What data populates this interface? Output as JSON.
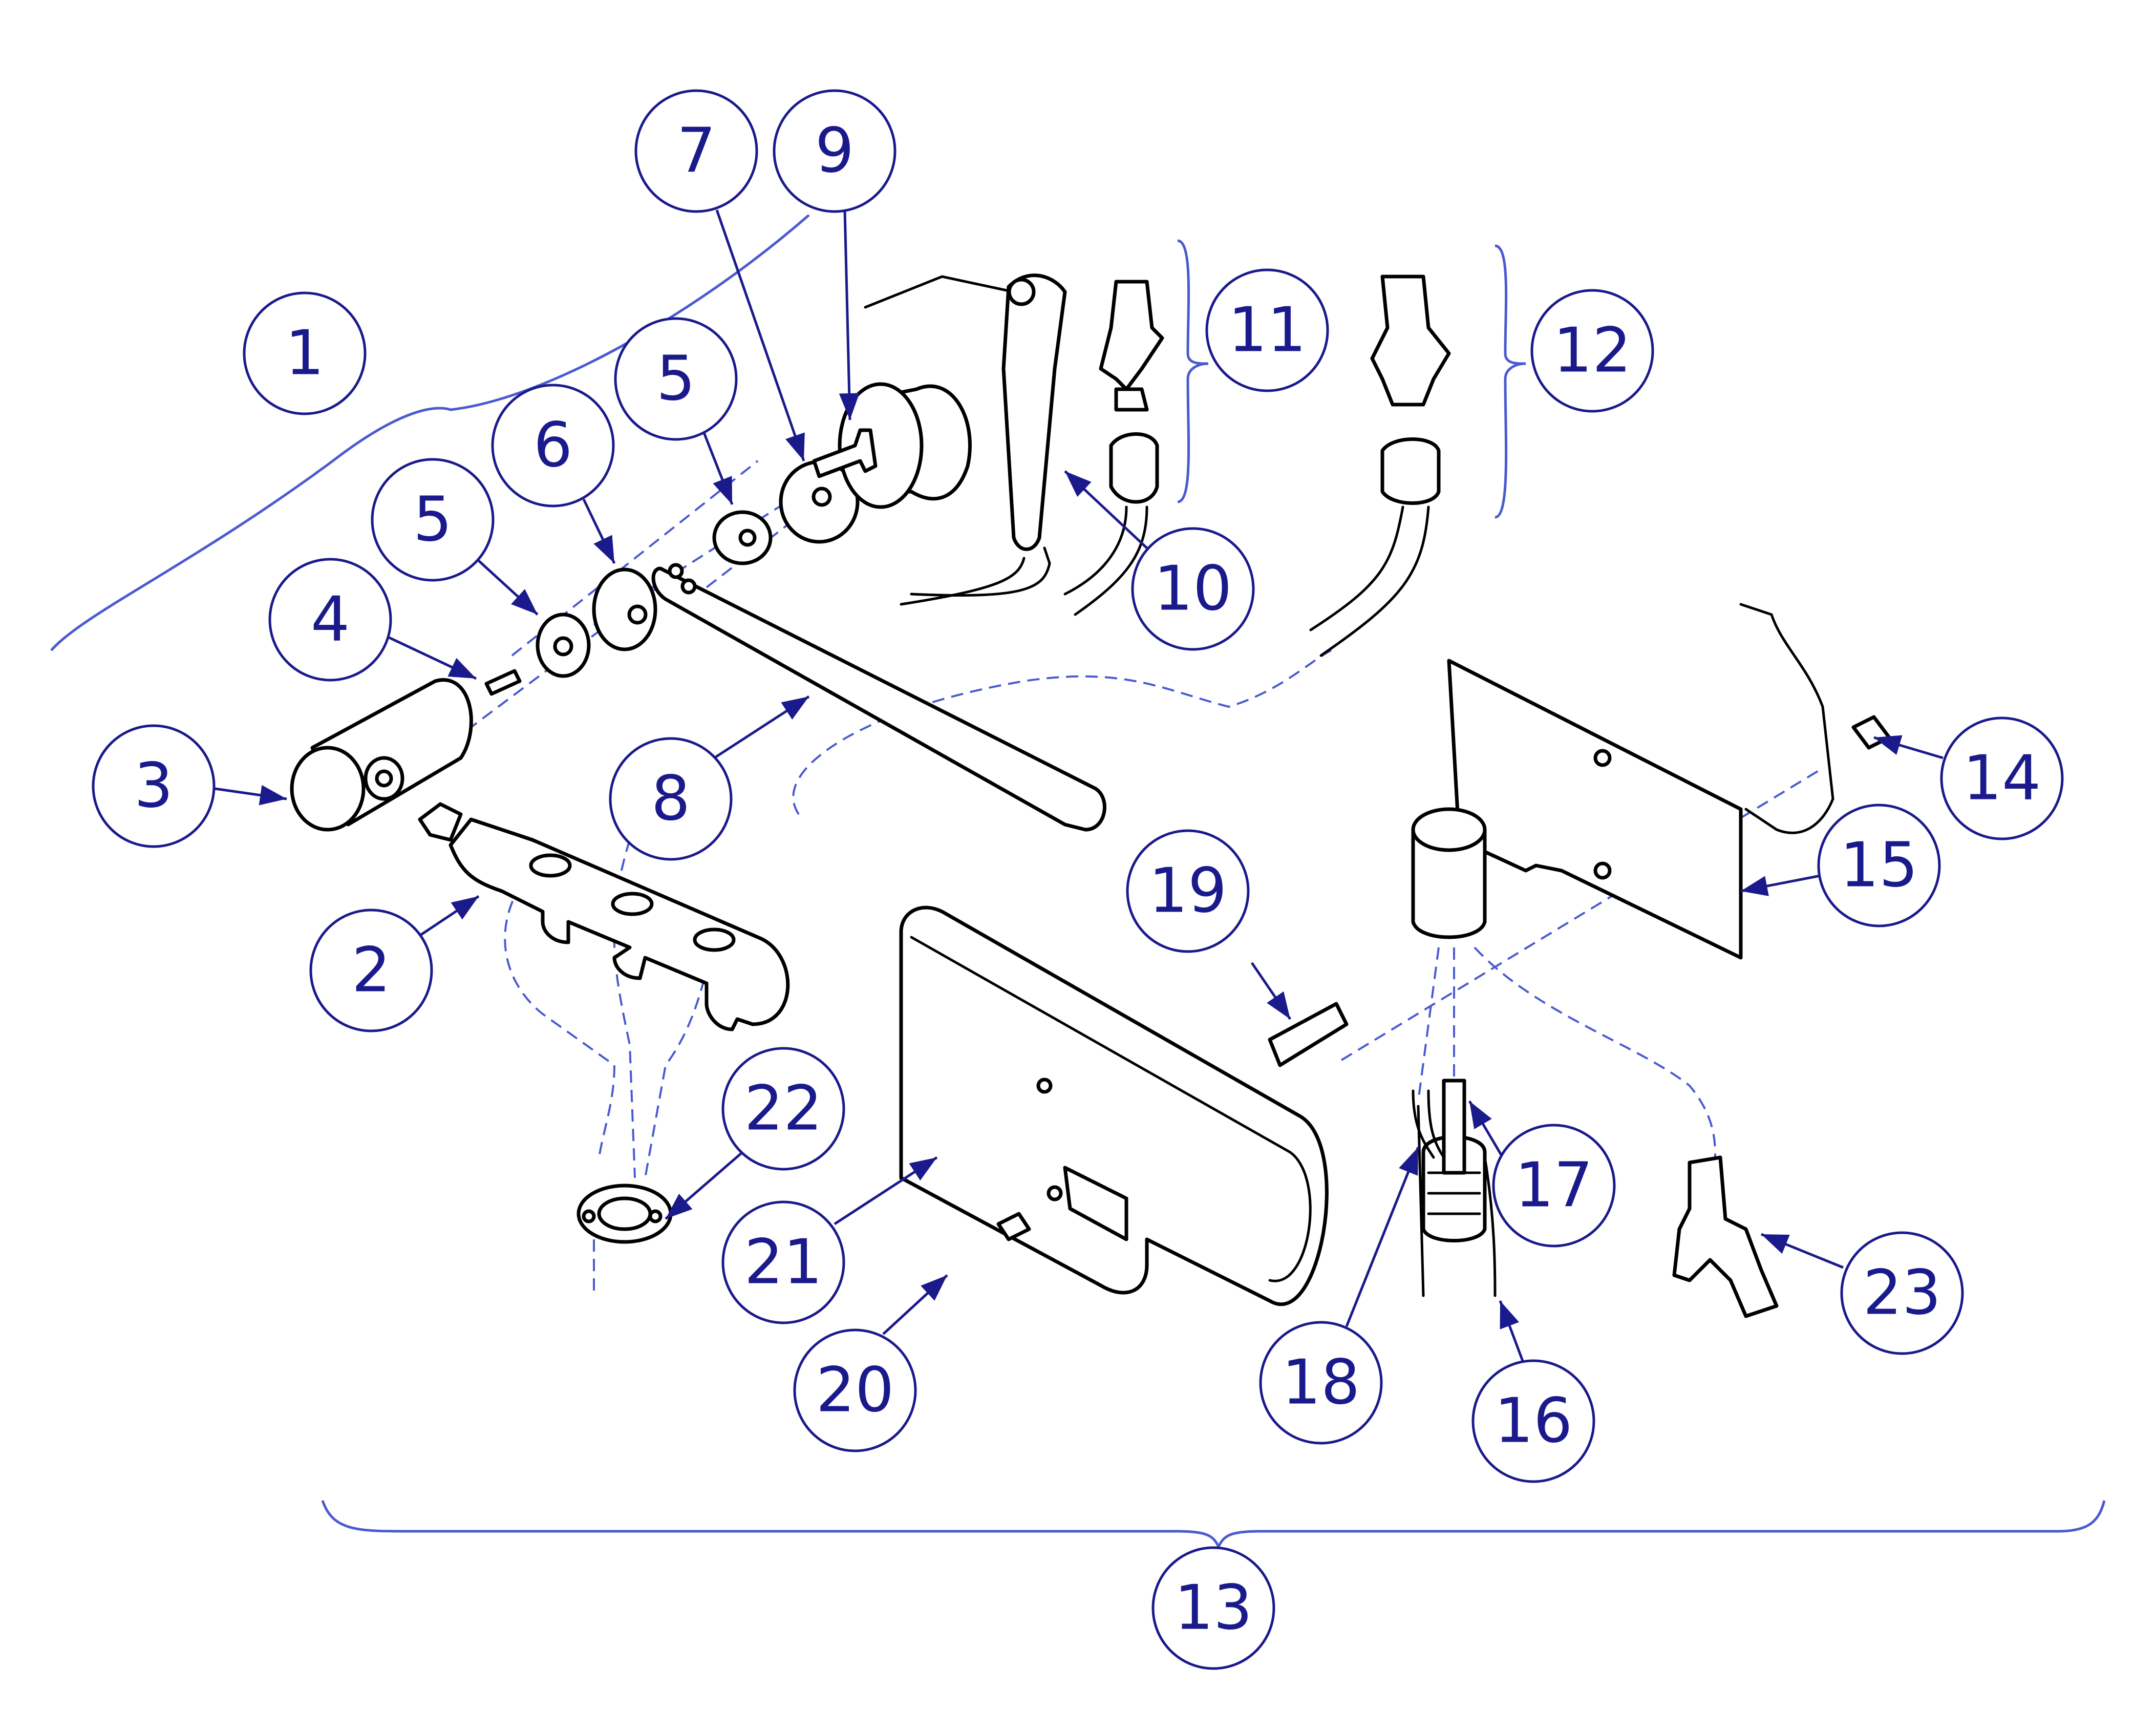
{
  "colors": {
    "callout": "#1a1a8c",
    "part_outline": "#000000",
    "dashed_line": "#4a5ad0",
    "background": "#ffffff"
  },
  "callouts": [
    {
      "id": "1",
      "label": "1"
    },
    {
      "id": "2",
      "label": "2"
    },
    {
      "id": "3",
      "label": "3"
    },
    {
      "id": "4",
      "label": "4"
    },
    {
      "id": "5a",
      "label": "5"
    },
    {
      "id": "5b",
      "label": "5"
    },
    {
      "id": "6",
      "label": "6"
    },
    {
      "id": "7",
      "label": "7"
    },
    {
      "id": "8",
      "label": "8"
    },
    {
      "id": "9",
      "label": "9"
    },
    {
      "id": "10",
      "label": "10"
    },
    {
      "id": "11",
      "label": "11"
    },
    {
      "id": "12",
      "label": "12"
    },
    {
      "id": "13",
      "label": "13"
    },
    {
      "id": "14",
      "label": "14"
    },
    {
      "id": "15",
      "label": "15"
    },
    {
      "id": "16",
      "label": "16"
    },
    {
      "id": "17",
      "label": "17"
    },
    {
      "id": "18",
      "label": "18"
    },
    {
      "id": "19",
      "label": "19"
    },
    {
      "id": "20",
      "label": "20"
    },
    {
      "id": "21",
      "label": "21"
    },
    {
      "id": "22",
      "label": "22"
    },
    {
      "id": "23",
      "label": "23"
    }
  ]
}
